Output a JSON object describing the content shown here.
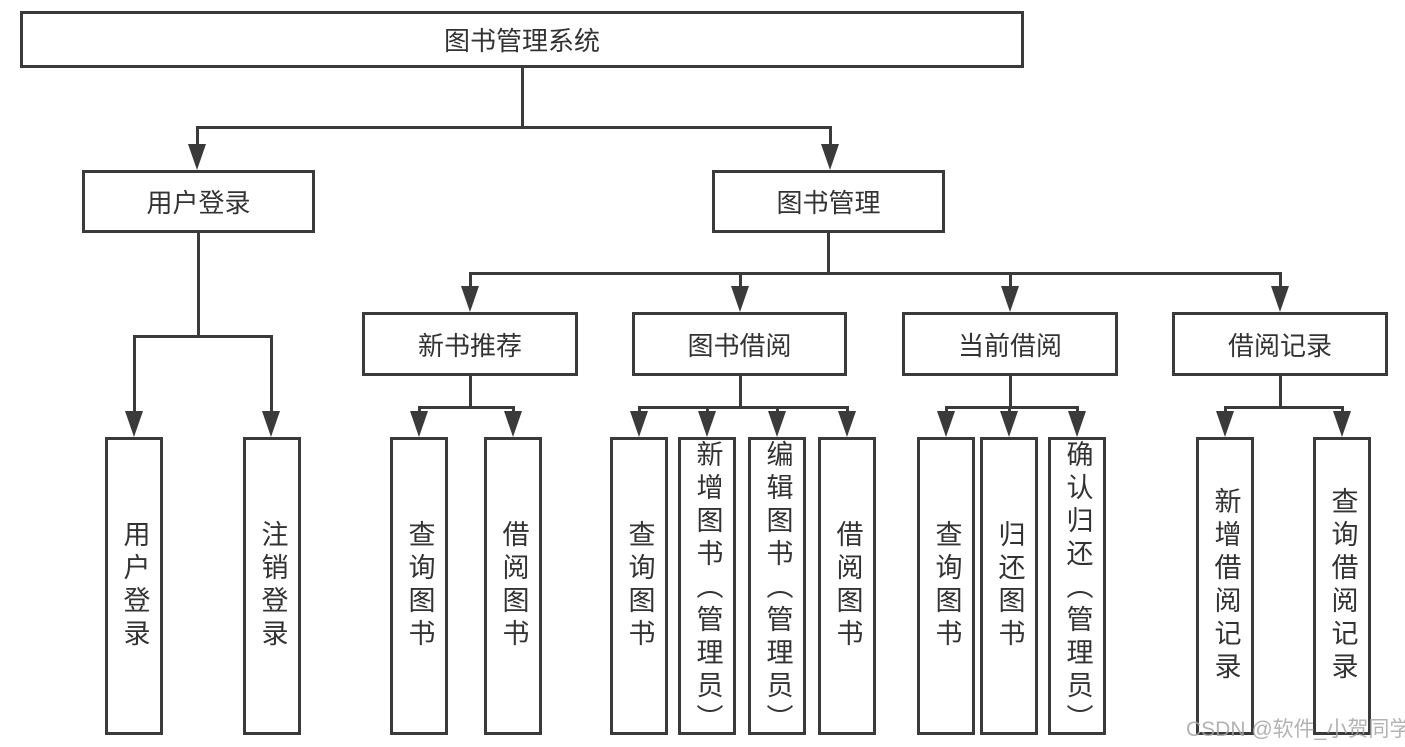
{
  "diagram_type": "hierarchy-flowchart",
  "root": {
    "label": "图书管理系统"
  },
  "level2": [
    {
      "label": "用户登录"
    },
    {
      "label": "图书管理"
    }
  ],
  "level3": [
    {
      "label": "新书推荐"
    },
    {
      "label": "图书借阅"
    },
    {
      "label": "当前借阅"
    },
    {
      "label": "借阅记录"
    }
  ],
  "leaves": {
    "user_login": [
      {
        "label": "用户登录"
      },
      {
        "label": "注销登录"
      }
    ],
    "new_book": [
      {
        "label": "查询图书"
      },
      {
        "label": "借阅图书"
      }
    ],
    "book_borrow": [
      {
        "label": "查询图书"
      },
      {
        "label": "新增图书（管理员）"
      },
      {
        "label": "编辑图书（管理员）"
      },
      {
        "label": "借阅图书"
      }
    ],
    "current_borrow": [
      {
        "label": "查询图书"
      },
      {
        "label": "归还图书"
      },
      {
        "label": "确认归还（管理员）"
      }
    ],
    "borrow_record": [
      {
        "label": "新增借阅记录"
      },
      {
        "label": "查询借阅记录"
      }
    ]
  },
  "watermark": {
    "text": "CSDN @软件_小贺同学",
    "color": "#a6a6a6"
  },
  "colors": {
    "line": "#3a3a3a",
    "text": "#333333",
    "background": "#ffffff"
  }
}
